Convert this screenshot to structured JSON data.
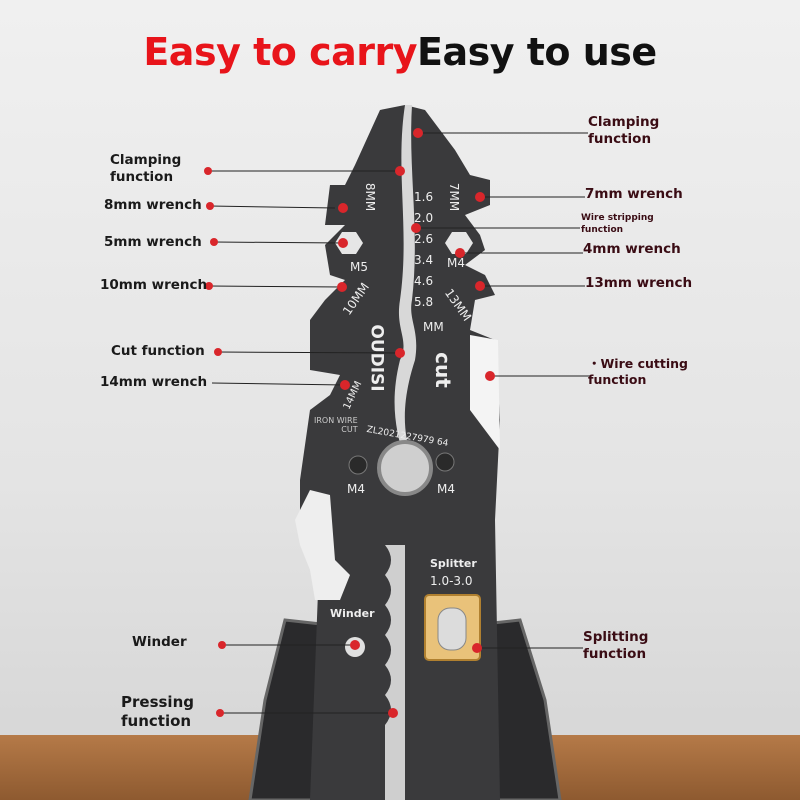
{
  "title": {
    "part1": "Easy to carry",
    "part2": "Easy to use"
  },
  "labels_left": {
    "clamping": "Clamping\nfunction",
    "wrench8": "8mm wrench",
    "wrench5": "5mm wrench",
    "wrench10": "10mm wrench",
    "cut": "Cut function",
    "wrench14": "14mm wrench",
    "winder": "Winder",
    "pressing": "Pressing\nfunction"
  },
  "labels_right": {
    "clamping": "Clamping\nfunction",
    "wrench7": "7mm wrench",
    "stripping": "Wire stripping\nfunction",
    "wrench4": "4mm wrench",
    "wrench13": "13mm wrench",
    "wire_cutting": "・Wire cutting\nfunction",
    "splitting": "Splitting\nfunction"
  },
  "etching": {
    "m8": "8MM",
    "m7": "7MM",
    "m5": "M5",
    "m4": "M4",
    "m10": "10MM",
    "m13": "13MM",
    "m14": "14MM",
    "gauges": [
      "1.6",
      "2.0",
      "2.6",
      "3.4",
      "4.6",
      "5.8"
    ],
    "mm": "MM",
    "brand": "OUDISI",
    "cut": "cut",
    "iron_wire": "IRON WIRE\nCUT",
    "serial": "ZL2021227979 64",
    "m4_left": "M4",
    "m4_right": "M4",
    "splitter": "Splitter",
    "splitter_range": "1.0-3.0",
    "winder": "Winder"
  },
  "colors": {
    "accent_red": "#e8141a",
    "dot": "#d9262b",
    "tool": "#3a3a3c"
  }
}
